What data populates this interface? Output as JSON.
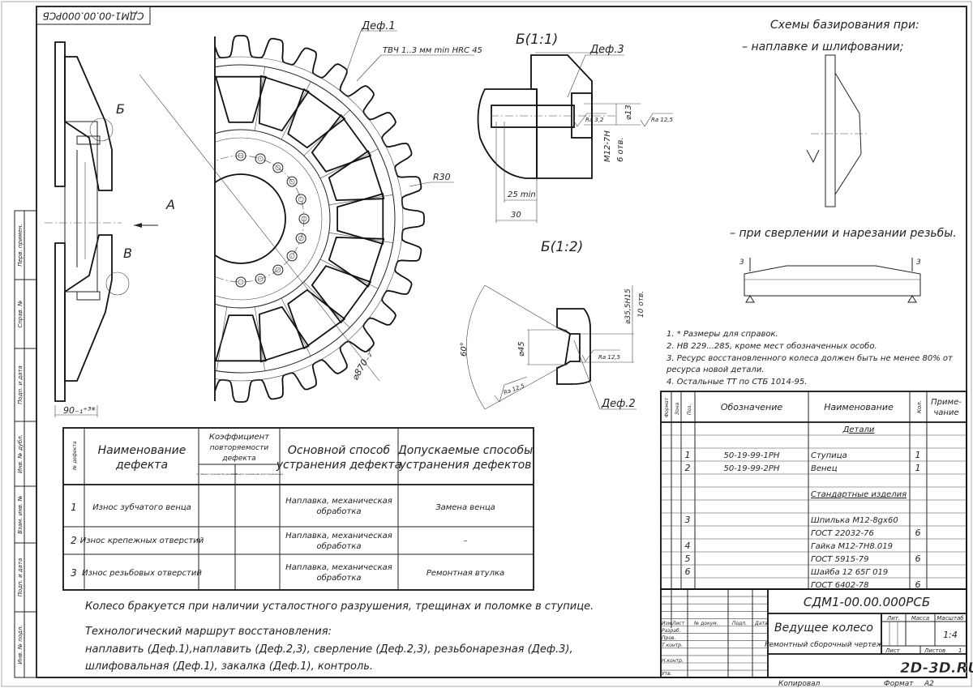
{
  "stamp_rotated": "СДМ1-00.00.000РСБ",
  "side_margin": [
    "Перв. примен.",
    "Справ. №",
    "Подп. и дата",
    "Инв. № дубл.",
    "Взам. инв. №",
    "Подп. и дата",
    "Инв. № подл."
  ],
  "main_view": {
    "def1": "Деф.1",
    "hardening": "ТВЧ 1..3 мм min HRC 45",
    "radius": "R30",
    "view_a": "А",
    "label_b": "Б",
    "label_v": "В",
    "diameter": "⌀870₋₂*",
    "width_dim": "90₋₁⁺³*"
  },
  "detail_b11": {
    "title": "Б(1:1)",
    "def": "Деф.3",
    "ra1": "Ra 3,2",
    "ra2": "Ra 12,5",
    "dia": "⌀13",
    "thread": "M12-7H",
    "count": "6 отв.",
    "depth_min": "25 min",
    "depth": "30"
  },
  "detail_b12": {
    "title": "Б(1:2)",
    "angle": "60°",
    "dia": "⌀45",
    "dia2": "⌀35,5H15",
    "count": "10 отв.",
    "ra1": "Ra 12,5",
    "ra2": "Ra 12,5",
    "def": "Деф.2"
  },
  "schemes": {
    "title": "Схемы базирования при:",
    "item1": "– наплавке и шлифовании;",
    "item2": "– при сверлении и нарезании резьбы.",
    "mark": "3"
  },
  "notes": [
    "1. * Размеры для справок.",
    "2. НВ 229...285, кроме мест обозначенных особо.",
    "3. Ресурс восстановленного колеса должен быть не менее 80% от",
    "ресурса новой детали.",
    "4. Остальные ТТ по СТБ 1014-95."
  ],
  "defect_table": {
    "headers": {
      "num": "№ дефекта",
      "name1": "Наименование",
      "name2": "дефекта",
      "coef1": "Коэффициент",
      "coef2": "повторяемости",
      "coef3": "дефекта",
      "coef_a": "от общего количества деталей",
      "coef_b": "от общего количества восстановленных",
      "main1": "Основной способ",
      "main2": "устранения дефекта",
      "alt1": "Допускаемые способы",
      "alt2": "устранения дефектов"
    },
    "rows": [
      {
        "num": "1",
        "name": "Износ зубчатого венца",
        "main1": "Наплавка, механическая",
        "main2": "обработка",
        "alt": "Замена венца"
      },
      {
        "num": "2",
        "name": "Износ крепежных отверстий",
        "main1": "Наплавка, механическая",
        "main2": "обработка",
        "alt": "–"
      },
      {
        "num": "3",
        "name": "Износ резьбовых отверстий",
        "main1": "Наплавка, механическая",
        "main2": "обработка",
        "alt": "Ремонтная втулка"
      }
    ]
  },
  "bottom_text": {
    "reject": "Колесо бракуется при наличии усталостного разрушения, трещинах и поломке в ступице.",
    "route_title": "Технологический маршрут восстановления:",
    "route1": "наплавить (Деф.1),наплавить (Деф.2,3), сверление (Деф.2,3), резьбонарезная (Деф.3),",
    "route2": "шлифовальная (Деф.1), закалка (Деф.1), контроль."
  },
  "spec_table": {
    "headers": {
      "format": "Формат",
      "zone": "Зона",
      "pos": "Поз.",
      "designation": "Обозначение",
      "name": "Наименование",
      "qty": "Кол.",
      "note1": "Приме-",
      "note2": "чание"
    },
    "rows": [
      {
        "pos": "",
        "designation": "",
        "name": "Детали",
        "qty": "",
        "section": true
      },
      {
        "pos": "",
        "designation": "",
        "name": "",
        "qty": ""
      },
      {
        "pos": "1",
        "designation": "50-19-99-1РН",
        "name": "Ступица",
        "qty": "1"
      },
      {
        "pos": "2",
        "designation": "50-19-99-2РН",
        "name": "Венец",
        "qty": "1"
      },
      {
        "pos": "",
        "designation": "",
        "name": "",
        "qty": ""
      },
      {
        "pos": "",
        "designation": "",
        "name": "Стандартные изделия",
        "qty": "",
        "section": true
      },
      {
        "pos": "",
        "designation": "",
        "name": "",
        "qty": ""
      },
      {
        "pos": "3",
        "designation": "",
        "name": "Шпилька М12-8gх60",
        "qty": ""
      },
      {
        "pos": "",
        "designation": "",
        "name": "ГОСТ 22032-76",
        "qty": "6"
      },
      {
        "pos": "4",
        "designation": "",
        "name": "Гайка М12-7Н8.019",
        "qty": ""
      },
      {
        "pos": "5",
        "designation": "",
        "name": "ГОСТ 5915-79",
        "qty": "6"
      },
      {
        "pos": "6",
        "designation": "",
        "name": "Шайба 12 65Г 019",
        "qty": ""
      },
      {
        "pos": "",
        "designation": "",
        "name": "ГОСТ 6402-78",
        "qty": "6"
      }
    ]
  },
  "title_block": {
    "code": "СДМ1-00.00.000РСБ",
    "title": "Ведущее колесо",
    "subtitle": "Ремонтный сборочный чертеж",
    "lit": "Лит.",
    "mass": "Масса",
    "scale_label": "Масштаб",
    "scale": "1:4",
    "sheet": "Лист",
    "sheets": "Листов",
    "sheets_count": "1",
    "cols": [
      "Изм.",
      "Лист",
      "№ докум.",
      "Подп.",
      "Дата"
    ],
    "roles": [
      "Разраб.",
      "Пров.",
      "Т.контр.",
      "Н.контр.",
      "Утв."
    ],
    "copied": "Копировал",
    "format_label": "Формат",
    "format": "А2"
  },
  "watermark": "2D-3D.RU"
}
